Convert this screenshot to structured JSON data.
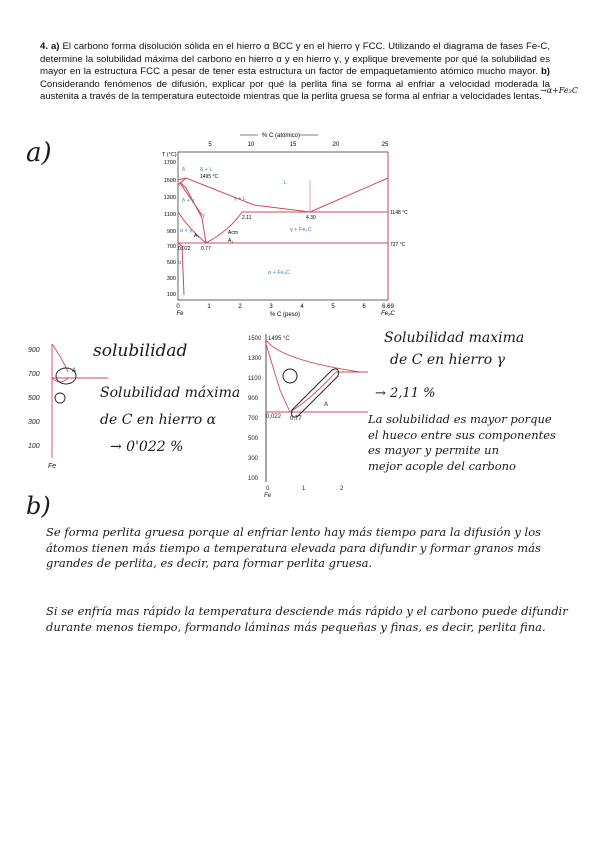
{
  "question": {
    "number": "4.",
    "part_a_label": "a)",
    "part_a_text": "El carbono forma disolución sólida en el hierro α BCC y en el hierro γ FCC. Utilizando el diagrama de fases Fe-C, determine la solubilidad máxima del carbono en hierro α y en hierro γ, y explique brevemente por qué la solubilidad es mayor en la estructura FCC a pesar de tener esta estructura un factor de empaquetamiento atómico mucho mayor.",
    "part_b_label": "b)",
    "part_b_text": "Considerando fenómenos de difusión, explicar por qué la perlita fina se forma al enfriar a velocidad moderada la austenita a través de la temperatura eutectoide mientras que la perlita gruesa se forma al enfriar a velocidades lentas.",
    "margin_note": "→α+Fe₃C"
  },
  "diagram": {
    "top_axis_title": "% C (atómico)",
    "top_ticks": [
      "5",
      "10",
      "15",
      "20",
      "25"
    ],
    "y_axis_title": "T (°C)",
    "y_ticks": [
      "1700",
      "1500",
      "1300",
      "1100",
      "900",
      "700",
      "500",
      "300",
      "100"
    ],
    "x_ticks": [
      "0",
      "1",
      "2",
      "3",
      "4",
      "5",
      "6",
      "6.69"
    ],
    "x_axis_title": "% C (peso)",
    "x_left_label": "Fe",
    "x_right_label": "Fe₃C",
    "labels": {
      "t1495": "1495 °C",
      "t1148": "1148 °C",
      "t727": "727 °C",
      "delta": "δ",
      "delta_l": "δ + L",
      "delta_gamma": "δ + γ",
      "L": "L",
      "gamma_l": "γ + L",
      "gamma": "γ",
      "gamma_fe3c": "γ + Fe₃C",
      "alpha": "α",
      "alpha_gamma": "α + γ",
      "alpha_fe3c": "α + Fe₃C",
      "c211": "2.11",
      "c430": "4.30",
      "c077": "0.77",
      "c0022": "0.022",
      "Acm": "Acm",
      "A1": "A₁",
      "A3": "A₃"
    }
  },
  "answer_a": {
    "label": "a)",
    "solubility_word": "solubilidad",
    "alpha_line1": "Solubilidad máxima",
    "alpha_line2": "de C en hierro α",
    "alpha_value": "→ 0'022 %",
    "gamma_line1": "Solubilidad maxima",
    "gamma_line2": "de C en hierro γ",
    "gamma_value": "→ 2,11 %",
    "explanation": [
      "La solubilidad es mayor porque",
      "el hueco entre sus componentes",
      "es mayor y permite un",
      "mejor acople del carbono"
    ],
    "zoom_left_ticks": [
      "900",
      "700",
      "500",
      "300",
      "100"
    ],
    "zoom_left_fe": "Fe",
    "zoom_right_ticks": [
      "1500",
      "1300",
      "1100",
      "900",
      "700",
      "500",
      "300",
      "100"
    ],
    "zoom_right_x": [
      "0",
      "1",
      "2"
    ],
    "zoom_right_fe": "Fe",
    "zoom_labels": {
      "t1495": "1495 °C",
      "c022": "0,022",
      "c077": "0,77",
      "alpha": "α",
      "A": "A"
    }
  },
  "answer_b": {
    "label": "b)",
    "paragraph1": "Se forma perlita gruesa porque al enfriar lento hay más tiempo para la difusión y los átomos tienen más tiempo a temperatura elevada para difundir y formar granos más grandes de perlita, es decir, para formar perlita gruesa.",
    "paragraph2": "Si se enfría mas rápido la temperatura desciende más rápido y el carbono puede difundir durante menos tiempo, formando láminas más pequeñas y finas, es decir, perlita fina."
  }
}
